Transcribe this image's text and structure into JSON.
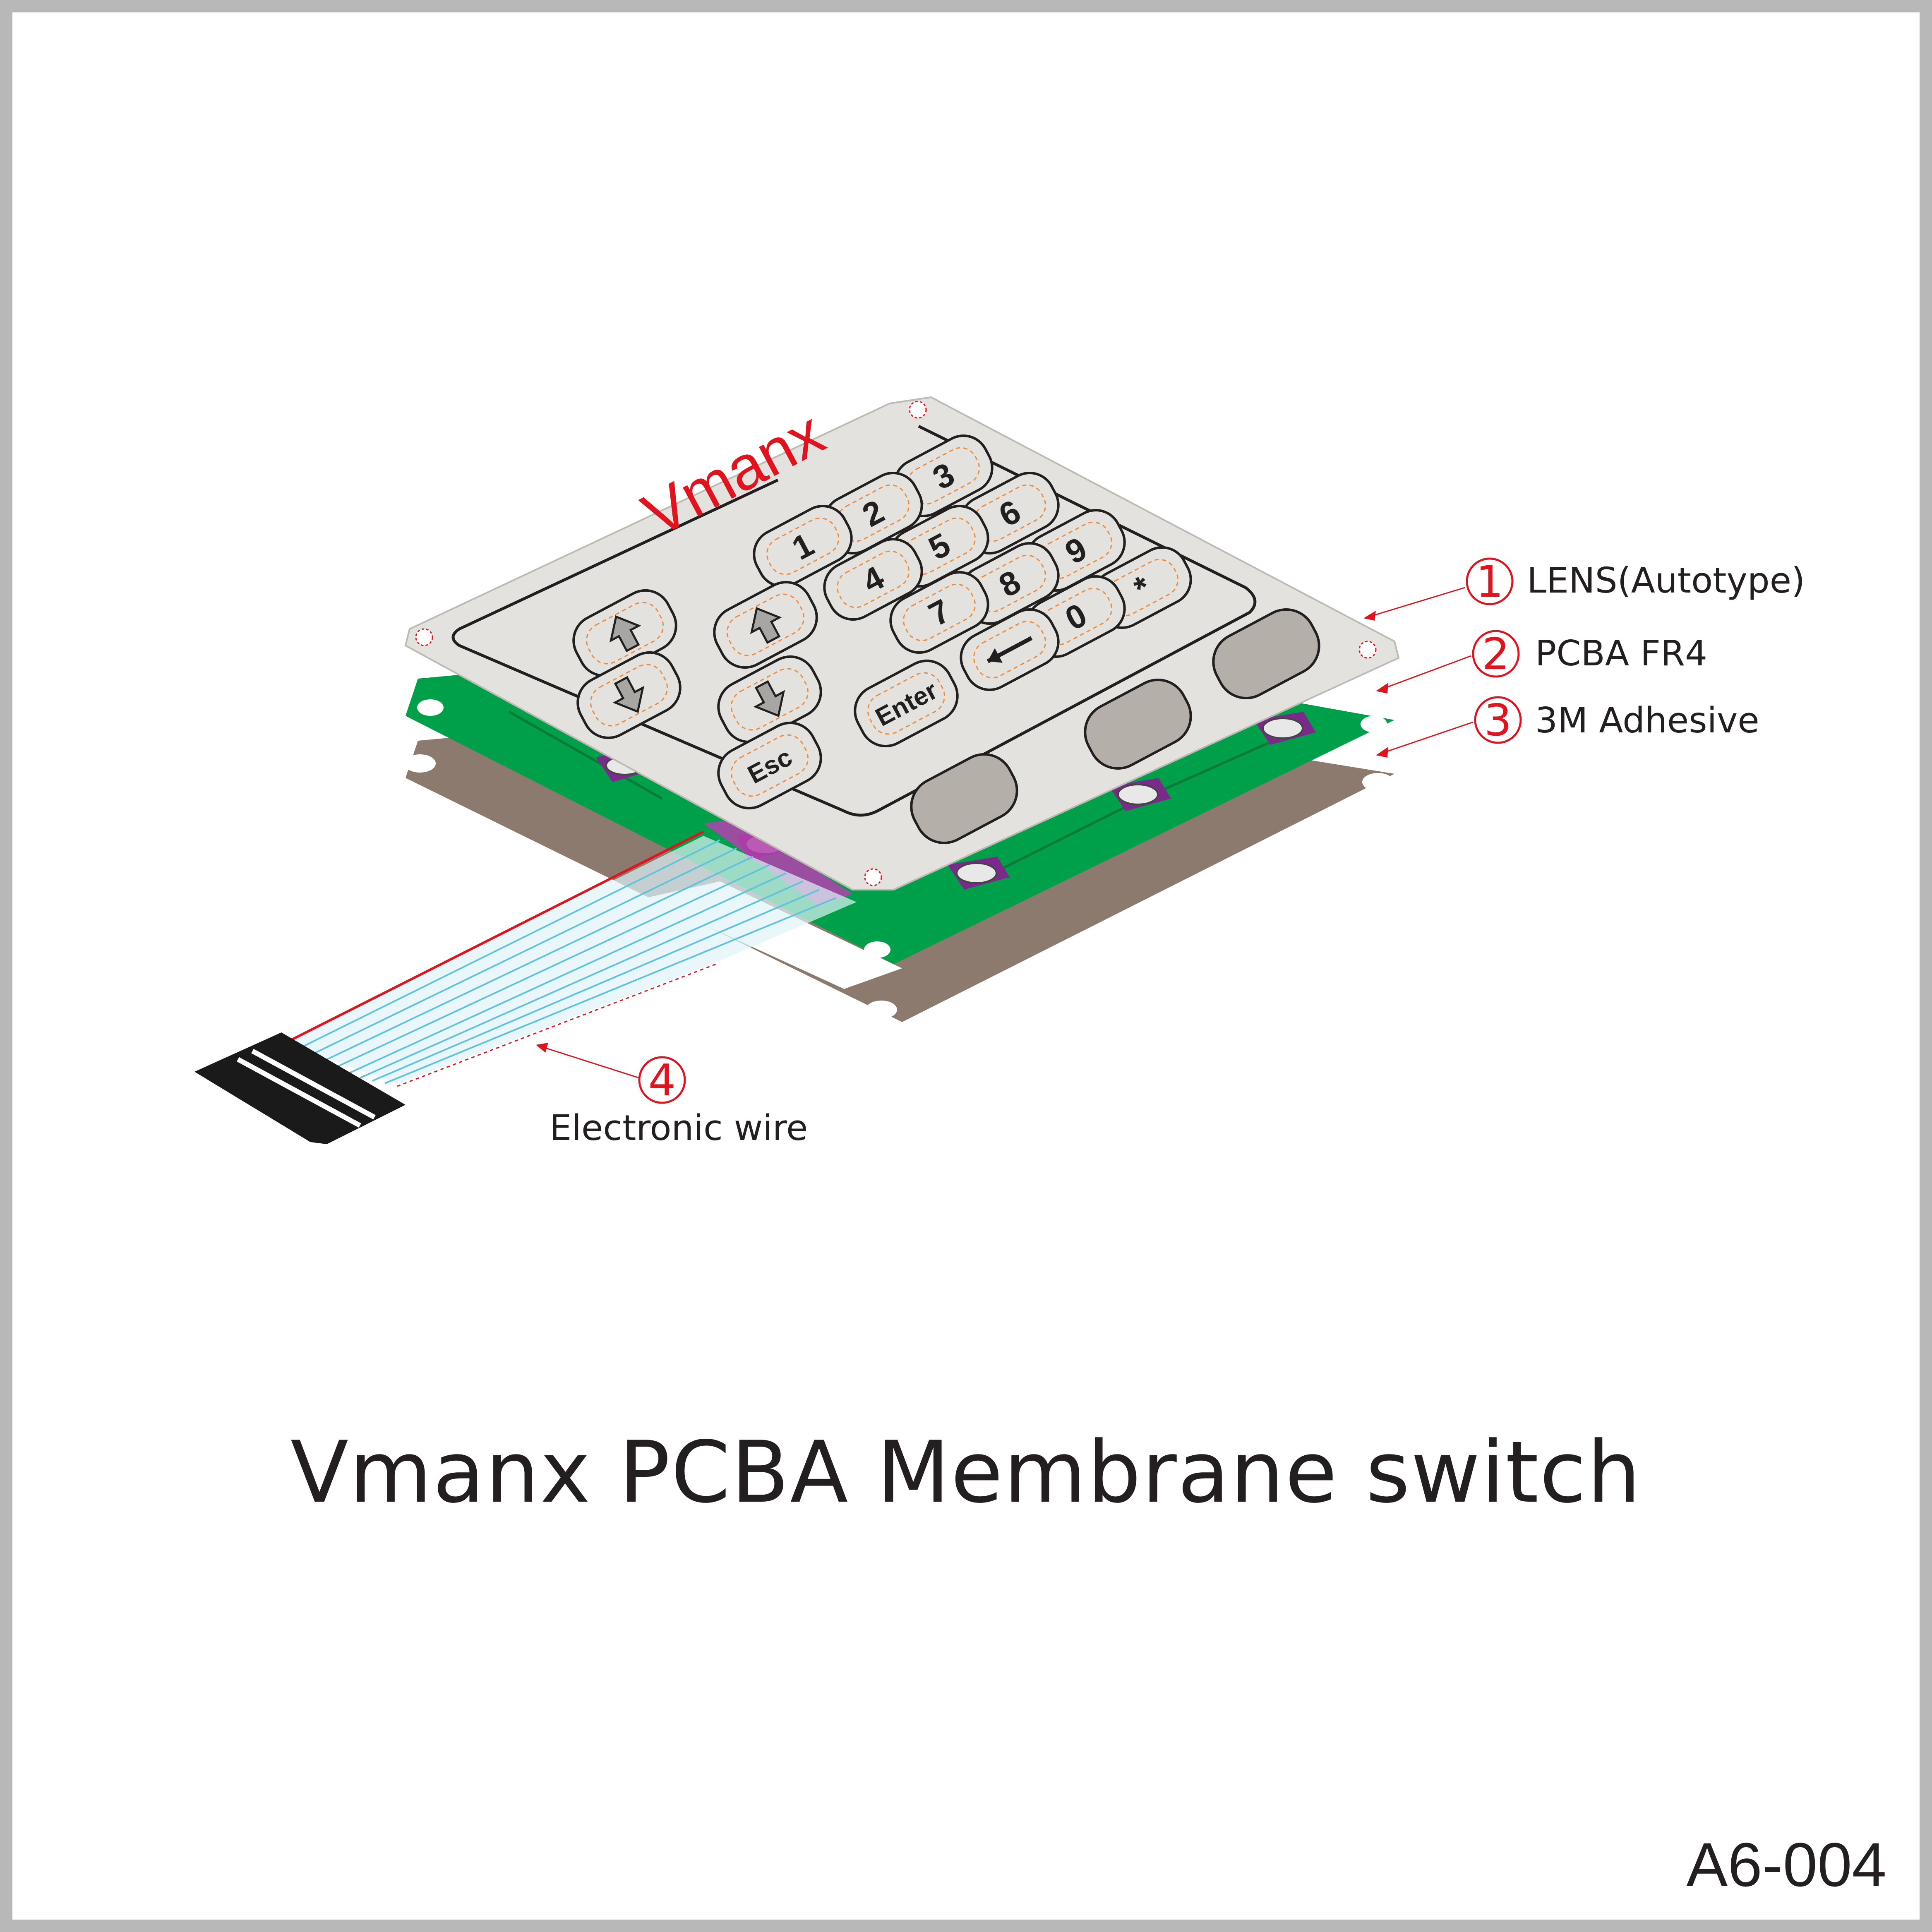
{
  "brand": "Vmanx",
  "title": "Vmanx PCBA Membrane switch",
  "model_code": "A6-004",
  "callouts": [
    {
      "number": "1",
      "label": "LENS(Autotype)"
    },
    {
      "number": "2",
      "label": "PCBA FR4"
    },
    {
      "number": "3",
      "label": "3M Adhesive"
    },
    {
      "number": "4",
      "label": "Electronic wire"
    }
  ],
  "keys": {
    "k3": "3",
    "k2": "2",
    "k6": "6",
    "k1": "1",
    "k5": "5",
    "k9": "9",
    "k4": "4",
    "k8": "8",
    "kstar": "*",
    "k7": "7",
    "k0": "0",
    "enter": "Enter",
    "esc": "Esc"
  },
  "colors": {
    "lens": "#e3e2de",
    "pcb": "#00a04b",
    "adhesive": "#8b7a6d",
    "cable": "#5fc3dc",
    "accent_red": "#e0141e",
    "connector": "#1a1a1a"
  },
  "icons": [
    "arrow-up-icon",
    "arrow-down-icon",
    "backspace-arrow-icon"
  ]
}
